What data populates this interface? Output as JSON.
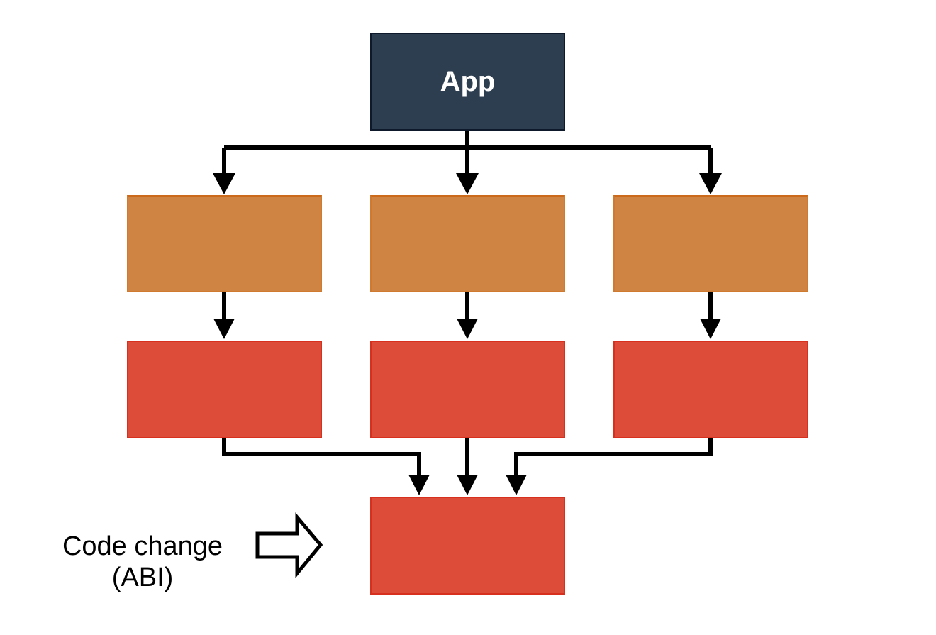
{
  "diagram": {
    "app_box": {
      "label": "App",
      "color": "#2d3e50"
    },
    "middle_layer": {
      "count": 3,
      "color": "#d08444"
    },
    "lower_layer": {
      "count": 3,
      "color": "#dd4b39"
    },
    "bottom_box": {
      "color": "#dd4b39"
    },
    "annotation": {
      "line1": "Code change",
      "line2": "(ABI)",
      "arrow": "hollow-right-arrow"
    }
  }
}
